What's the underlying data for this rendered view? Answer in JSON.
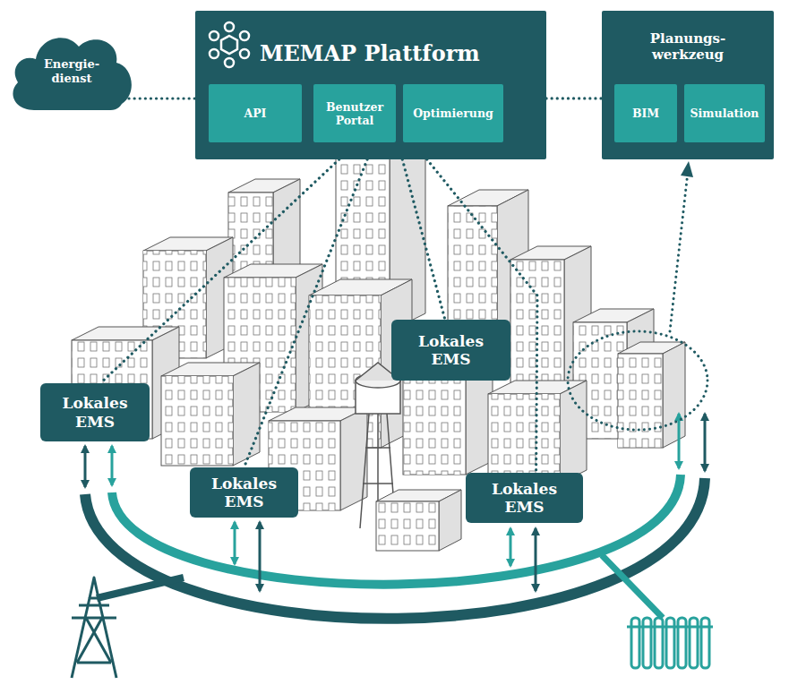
{
  "diagram": {
    "nodes": [
      {
        "text": [
          "Energie- dienst"
        ]
      },
      {
        "text": [
          "MEMAP Plattform"
        ]
      },
      {
        "text": [
          "API"
        ],
        "in": 1
      },
      {
        "text": [
          "Benutzer Portal"
        ],
        "in": 1
      },
      {
        "text": [
          "Optimierung"
        ],
        "in": 1
      },
      {
        "text": [
          "Planungs- werkzeug"
        ]
      },
      {
        "text": [
          "BIM"
        ],
        "in": 5
      },
      {
        "text": [
          "Simulation"
        ],
        "in": 5
      },
      {
        "text": [
          "Lokales EMS"
        ]
      },
      {
        "text": [
          "Lokales EMS"
        ]
      },
      {
        "text": [
          "Lokales EMS"
        ]
      },
      {
        "text": [
          "Lokales EMS"
        ]
      }
    ],
    "edges": [
      {
        "from": 0,
        "to": 1,
        "arrow": "none"
      },
      {
        "from": 1,
        "to": 5,
        "arrow": "none"
      },
      {
        "from": 1,
        "to": 8,
        "arrow": "none"
      },
      {
        "from": 1,
        "to": 9,
        "arrow": "none"
      },
      {
        "from": 1,
        "to": 10,
        "arrow": "none"
      },
      {
        "from": 1,
        "to": 11,
        "arrow": "none"
      }
    ]
  }
}
